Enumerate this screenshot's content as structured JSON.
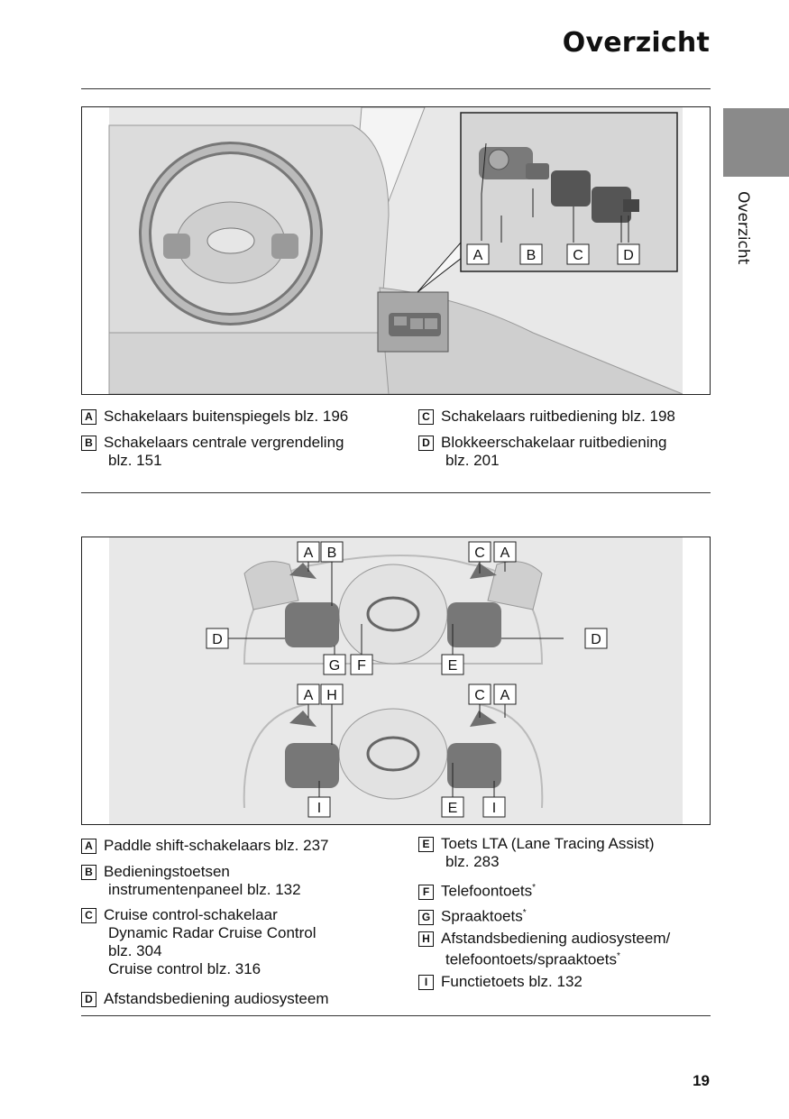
{
  "page_title": "Overzicht",
  "side_tab_label": "Overzicht",
  "page_number": "19",
  "figure1": {
    "callouts": [
      "A",
      "B",
      "C",
      "D"
    ]
  },
  "legend1": {
    "items": [
      {
        "key": "A",
        "text": "Schakelaars buitenspiegels blz. 196"
      },
      {
        "key": "B",
        "text": "Schakelaars centrale vergrendeling",
        "sub": "blz. 151"
      },
      {
        "key": "C",
        "text": "Schakelaars ruitbediening blz. 198"
      },
      {
        "key": "D",
        "text": "Blokkeerschakelaar ruitbediening",
        "sub": "blz. 201"
      }
    ]
  },
  "figure2": {
    "callouts_top": [
      "A",
      "B",
      "C",
      "A",
      "D",
      "D",
      "G",
      "F",
      "E"
    ],
    "callouts_bottom": [
      "A",
      "H",
      "C",
      "A",
      "I",
      "E",
      "I"
    ]
  },
  "legend2": {
    "left": [
      {
        "key": "A",
        "text": "Paddle shift-schakelaars blz. 237"
      },
      {
        "key": "B",
        "text": "Bedieningstoetsen",
        "sub": "instrumentenpaneel blz. 132"
      },
      {
        "key": "C",
        "text": "Cruise control-schakelaar",
        "sub": "Dynamic Radar Cruise Control",
        "sub2": "blz. 304",
        "sub3": "Cruise control blz. 316"
      },
      {
        "key": "D",
        "text": "Afstandsbediening audiosysteem"
      }
    ],
    "right": [
      {
        "key": "E",
        "text": "Toets LTA (Lane Tracing Assist)",
        "sub": "blz. 283"
      },
      {
        "key": "F",
        "text": "Telefoontoets",
        "star": "*"
      },
      {
        "key": "G",
        "text": "Spraaktoets",
        "star": "*"
      },
      {
        "key": "H",
        "text": "Afstandsbediening audiosysteem/",
        "sub": "telefoontoets/spraaktoets",
        "star": "*"
      },
      {
        "key": "I",
        "text": "Functietoets blz. 132"
      }
    ]
  }
}
